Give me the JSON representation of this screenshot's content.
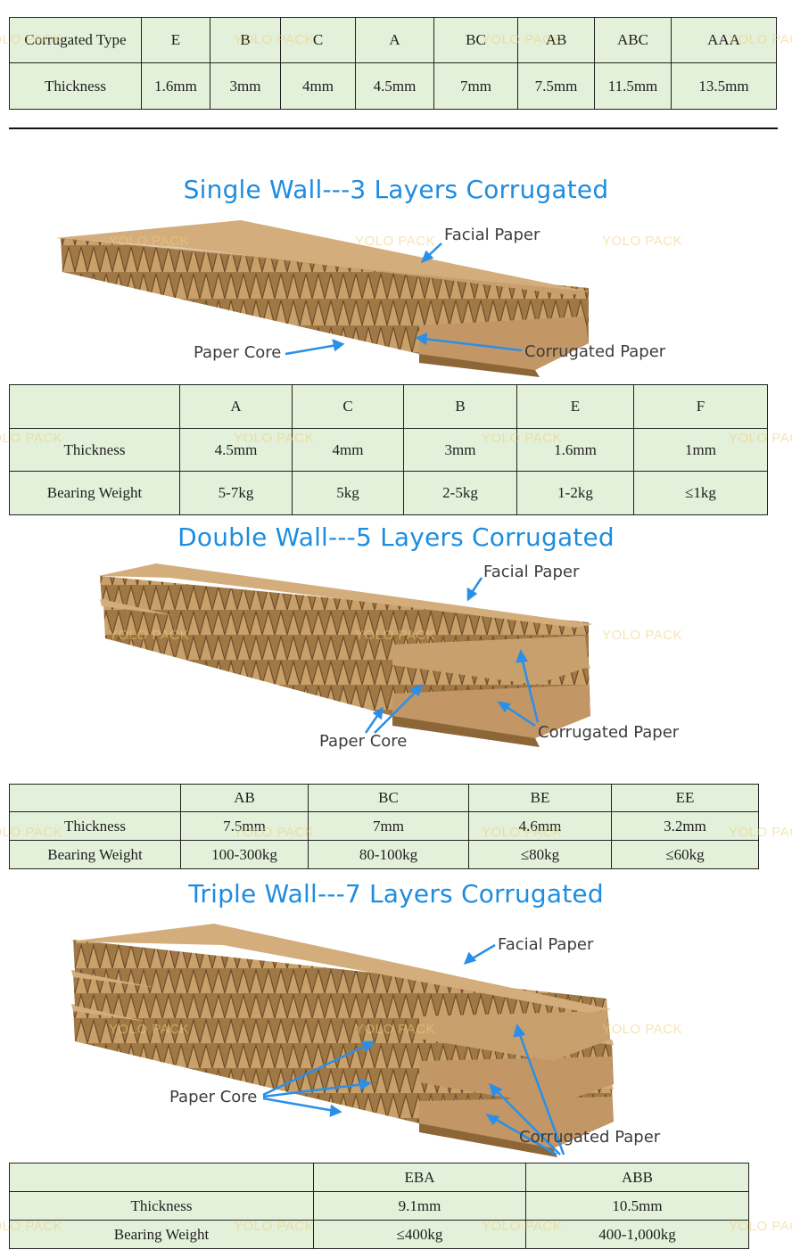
{
  "overview_table": {
    "rows": [
      [
        "Corrugated Type",
        "E",
        "B",
        "C",
        "A",
        "BC",
        "AB",
        "ABC",
        "AAA"
      ],
      [
        "Thickness",
        "1.6mm",
        "3mm",
        "4mm",
        "4.5mm",
        "7mm",
        "7.5mm",
        "11.5mm",
        "13.5mm"
      ]
    ]
  },
  "single_wall": {
    "title": "Single Wall---3 Layers Corrugated",
    "labels": {
      "facial_paper": "Facial Paper",
      "paper_core": "Paper Core",
      "corrugated_paper": "Corrugated Paper"
    },
    "table": {
      "header": [
        "",
        "A",
        "C",
        "B",
        "E",
        "F"
      ],
      "rows": [
        [
          "Thickness",
          "4.5mm",
          "4mm",
          "3mm",
          "1.6mm",
          "1mm"
        ],
        [
          "Bearing Weight",
          "5-7kg",
          "5kg",
          "2-5kg",
          "1-2kg",
          "≤1kg"
        ]
      ]
    }
  },
  "double_wall": {
    "title": "Double Wall---5 Layers Corrugated",
    "labels": {
      "facial_paper": "Facial Paper",
      "paper_core": "Paper Core",
      "corrugated_paper": "Corrugated Paper"
    },
    "table": {
      "header": [
        "",
        "AB",
        "BC",
        "BE",
        "EE"
      ],
      "rows": [
        [
          "Thickness",
          "7.5mm",
          "7mm",
          "4.6mm",
          "3.2mm"
        ],
        [
          "Bearing Weight",
          "100-300kg",
          "80-100kg",
          "≤80kg",
          "≤60kg"
        ]
      ]
    }
  },
  "triple_wall": {
    "title": "Triple Wall---7 Layers Corrugated",
    "labels": {
      "facial_paper": "Facial Paper",
      "paper_core": "Paper Core",
      "corrugated_paper": "Corrugated Paper"
    },
    "table": {
      "header": [
        "",
        "EBA",
        "ABB"
      ],
      "rows": [
        [
          "Thickness",
          "9.1mm",
          "10.5mm"
        ],
        [
          "Bearing Weight",
          "≤400kg",
          "400-1,000kg"
        ]
      ]
    }
  },
  "watermark": "YOLO PACK",
  "colors": {
    "title_blue": "#1e8de0",
    "table_bg": "#e3f1da",
    "arrow_blue": "#2a8fe8",
    "kraft": "#c59a62",
    "kraft_dark": "#7a5a33",
    "watermark": "#ecce78"
  }
}
